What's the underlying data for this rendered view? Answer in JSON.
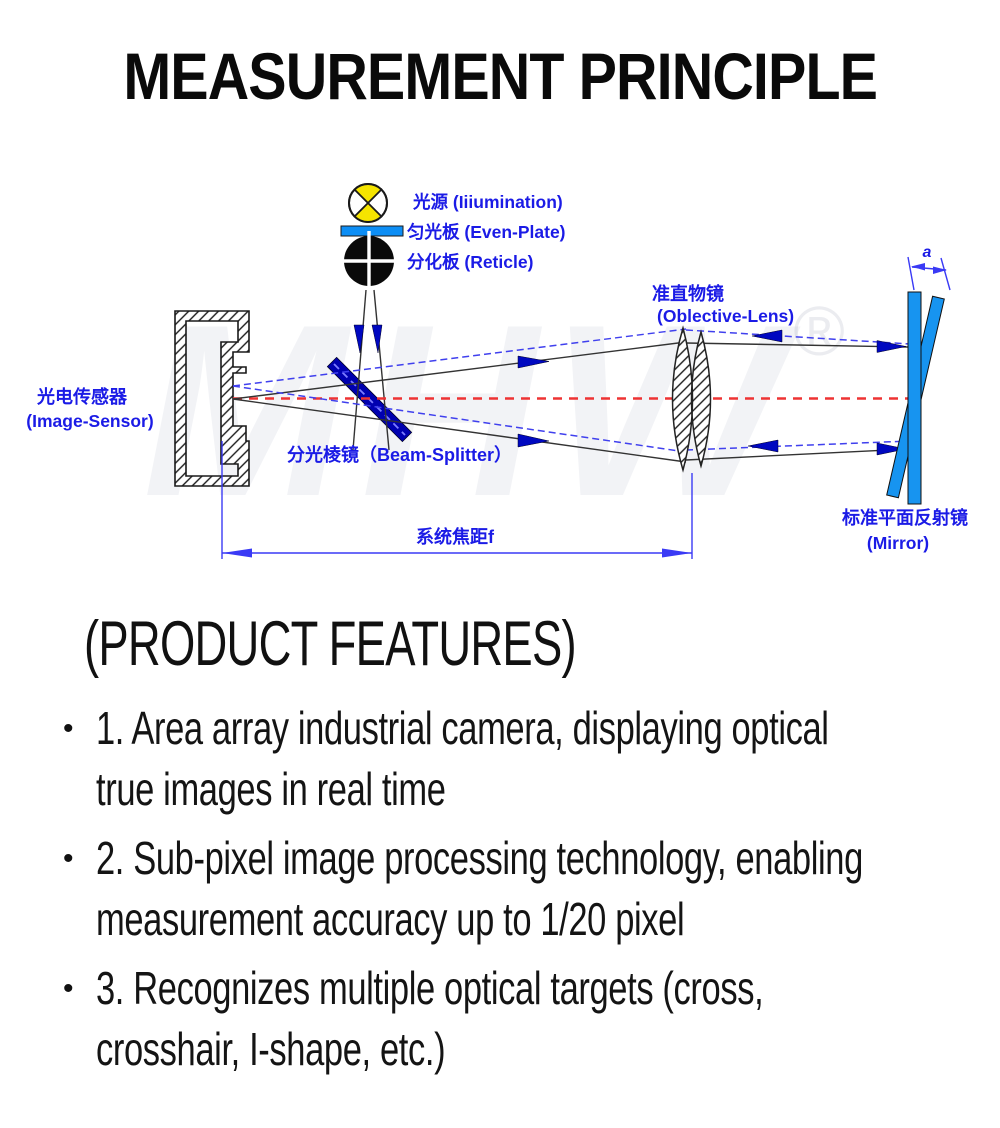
{
  "title": "MEASUREMENT PRINCIPLE",
  "diagram": {
    "labels": {
      "illumination": "光源 (Iiiumination)",
      "even_plate": "匀光板 (Even-Plate)",
      "reticle": "分化板 (Reticle)",
      "image_sensor_zh": "光电传感器",
      "image_sensor_en": "(Image-Sensor)",
      "beam_splitter": "分光棱镜（Beam-Splitter）",
      "objective_zh": "准直物镜",
      "objective_en": "(Oblective-Lens)",
      "mirror_zh": "标准平面反射镜",
      "mirror_en": "(Mirror)",
      "focal_length": "系统焦距f",
      "tilt_angle": "a",
      "watermark": "MHW",
      "registered": "®"
    },
    "colors": {
      "label_blue": "#1b1be6",
      "dim_blue": "#3a3af5",
      "ray_blue": "#4040ee",
      "axis_red": "#ee3333",
      "mirror_blue": "#1794f0",
      "plate_blue": "#0d8ef5",
      "splitter_navy": "#0000b0",
      "arrow_navy": "#0008c0",
      "source_yellow": "#f5e400"
    }
  },
  "features": {
    "heading": "(PRODUCT FEATURES)",
    "bullet": "•",
    "items": [
      {
        "lines": [
          "1. Area array industrial camera, displaying optical",
          "true images in real time"
        ]
      },
      {
        "lines": [
          "2. Sub-pixel image processing technology, enabling",
          "measurement accuracy up to 1/20 pixel"
        ]
      },
      {
        "lines": [
          "3. Recognizes multiple optical targets (cross,",
          "crosshair, I-shape, etc.)"
        ]
      }
    ]
  }
}
